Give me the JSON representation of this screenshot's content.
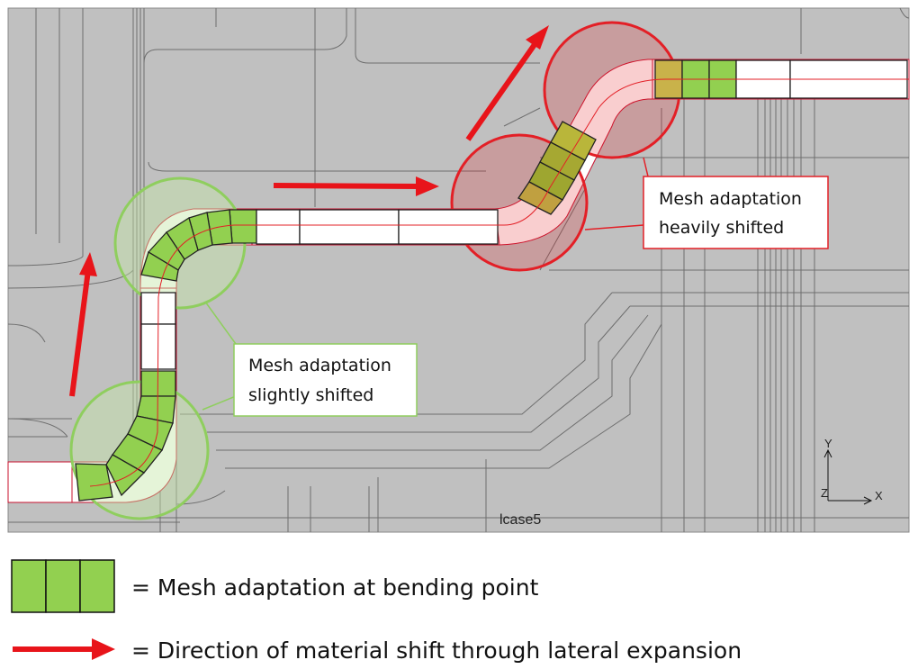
{
  "callouts": {
    "red": {
      "line1": "Mesh adaptation",
      "line2": "heavily shifted"
    },
    "green": {
      "line1": "Mesh adaptation",
      "line2": "slightly shifted"
    }
  },
  "viewport": {
    "case_label": "lcase5",
    "axis_y": "Y",
    "axis_z": "Z",
    "axis_x": "X"
  },
  "legend": {
    "mesh_label": "= Mesh adaptation at bending point",
    "arrow_label": "= Direction of material shift through lateral expansion"
  },
  "colors": {
    "background": "#c0c0c0",
    "strip": "#ffffff",
    "mesh_green": "#92d050",
    "arrow_red": "#e8141a",
    "circle_red": "#e31f26",
    "circle_green": "#8fce5e"
  }
}
